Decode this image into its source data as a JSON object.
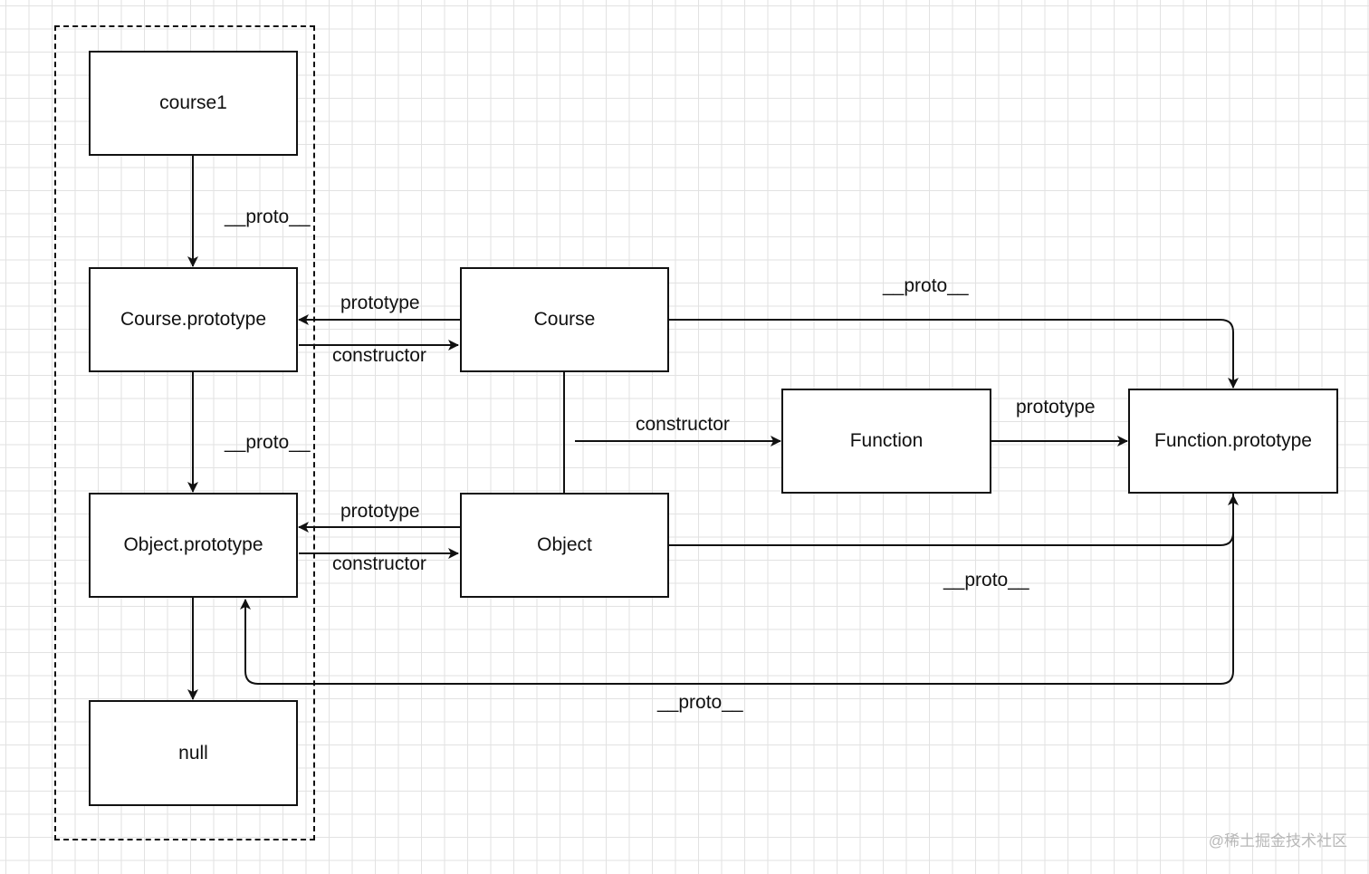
{
  "nodes": {
    "course1": "course1",
    "course_prototype": "Course.prototype",
    "object_prototype": "Object.prototype",
    "null_node": "null",
    "course": "Course",
    "object": "Object",
    "function": "Function",
    "function_prototype": "Function.prototype"
  },
  "edges": {
    "course1_to_course_prototype": "__proto__",
    "course_prototype_to_object_prototype": "__proto__",
    "course_to_course_prototype": "prototype",
    "course_prototype_to_course": "constructor",
    "object_to_object_prototype": "prototype",
    "object_prototype_to_object": "constructor",
    "course_object_to_function": "constructor",
    "function_to_function_prototype": "prototype",
    "course_to_function_prototype": "__proto__",
    "object_to_function_prototype": "__proto__",
    "function_prototype_to_object_prototype": "__proto__"
  },
  "watermark": "@稀土掘金技术社区",
  "colors": {
    "stroke": "#111111",
    "grid": "#e2e2e2",
    "watermark": "#b8b8b8"
  }
}
